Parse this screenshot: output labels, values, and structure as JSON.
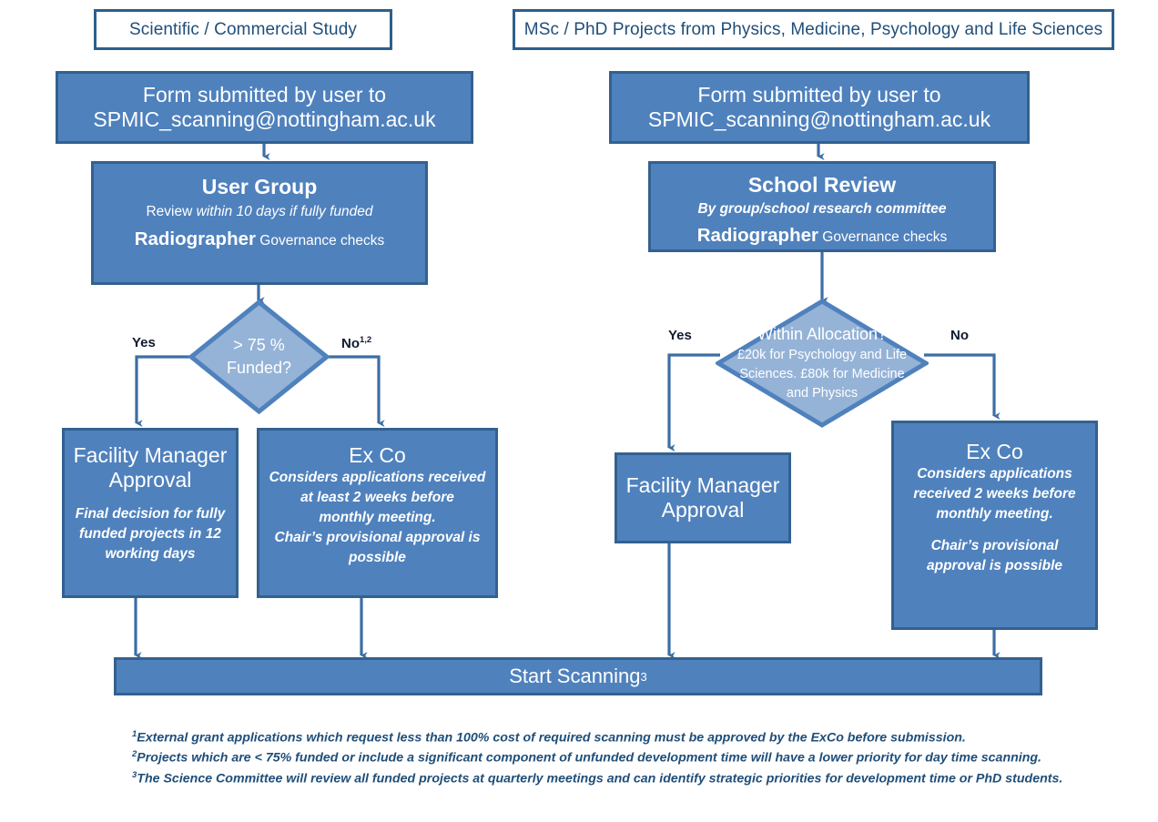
{
  "columns": {
    "left": {
      "title": "Scientific / Commercial Study",
      "submit": {
        "line1": "Form submitted by user to",
        "line2": "SPMIC_scanning@nottingham.ac.uk"
      },
      "review": {
        "heading": "User Group",
        "sub": "Review within 10 days if fully funded",
        "sub_plain": "Review ",
        "sub_italic": "within 10 days if fully funded",
        "governance_big": "Radiographer",
        "governance_rest": " Governance checks"
      },
      "decision": {
        "line1": ">  75 %",
        "line2": "Funded?",
        "yes_label": "Yes",
        "no_label": "No",
        "no_sup": "1,2"
      },
      "yes_box": {
        "heading_line1": "Facility Manager",
        "heading_line2": "Approval",
        "body": "Final decision for fully funded projects in 12 working days"
      },
      "no_box": {
        "heading": "Ex Co",
        "body_line1": "Considers applications received",
        "body_line2": "at least 2 weeks before",
        "body_line3": "monthly meeting.",
        "body_line4": "Chair’s provisional approval  is",
        "body_line5": "possible"
      }
    },
    "right": {
      "title": "MSc / PhD Projects from Physics, Medicine, Psychology and Life Sciences",
      "submit": {
        "line1": "Form submitted by user to",
        "line2": "SPMIC_scanning@nottingham.ac.uk"
      },
      "review": {
        "heading": "School Review",
        "sub_italic": "By group/school research committee",
        "governance_big": "Radiographer",
        "governance_rest": " Governance checks"
      },
      "decision": {
        "line1": "Within Allocation?",
        "line2": "£20k for Psychology and Life",
        "line3": "Sciences. £80k for Medicine",
        "line4": "and Physics",
        "yes_label": "Yes",
        "no_label": "No"
      },
      "yes_box": {
        "heading_line1": "Facility Manager",
        "heading_line2": "Approval"
      },
      "no_box": {
        "heading": "Ex Co",
        "body_line1": "Considers applications",
        "body_line2": "received 2 weeks before",
        "body_line3": "monthly meeting.",
        "body_line4": "Chair’s provisional",
        "body_line5": "approval  is possible"
      }
    }
  },
  "start": {
    "label": "Start Scanning",
    "sup": "3"
  },
  "footnotes": [
    {
      "sup": "1",
      "text": "External grant applications which request less than 100% cost of required scanning must be approved by the ExCo before submission."
    },
    {
      "sup": "2",
      "text": "Projects which are < 75% funded or include a significant component of unfunded development time will have a lower priority for day time scanning."
    },
    {
      "sup": "3",
      "text": "The Science Committee will review all funded projects at quarterly meetings and can identify strategic priorities for development time or PhD students."
    }
  ],
  "colors": {
    "box_fill": "#4F81BD",
    "box_border": "#33618F",
    "diamond_fill": "#95B3D7",
    "diamond_border": "#4F81BD",
    "title_border": "#2E5F8A",
    "title_text": "#1F4E79",
    "arrow": "#3C6EA5",
    "footnote_text": "#1F4E79"
  }
}
